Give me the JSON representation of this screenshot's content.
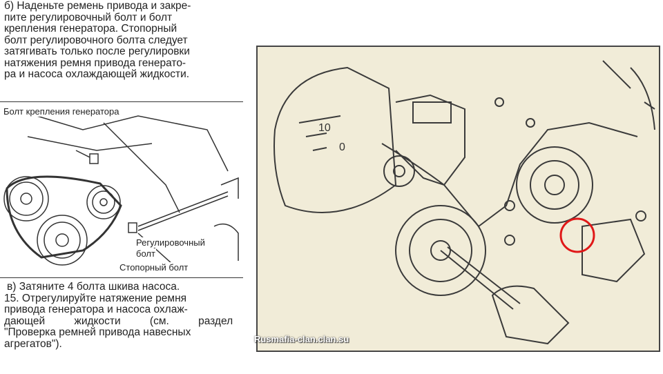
{
  "text_top": {
    "lines": [
      "б) Наденьте ремень привода и закре-",
      "пите регулировочный болт и болт",
      "крепления генератора. Стопорный",
      "болт регулировочного болта следует",
      "затягивать только после регулировки",
      "натяжения ремня привода генерато-",
      "ра и насоса охлаждающей жидкости."
    ]
  },
  "figure_left": {
    "labels": {
      "generator_bolt": "Болт крепления генератора",
      "adjusting_bolt_1": "Регулировочный",
      "adjusting_bolt_2": "болт",
      "lock_bolt": "Стопорный болт"
    }
  },
  "text_bottom": {
    "lines": [
      "в) Затяните 4 болта шкива насоса.",
      "15. Отрегулируйте натяжение ремня",
      "привода генератора и насоса охлаж-",
      "дающей жидкости (см. раздел",
      "\"Проверка ремней привода навесных",
      "агрегатов\")."
    ]
  },
  "figure_right": {
    "scale_marks": [
      "10",
      "0"
    ],
    "watermark": "Rusmafia-clan.clan.su",
    "highlight_color": "#e01818"
  }
}
